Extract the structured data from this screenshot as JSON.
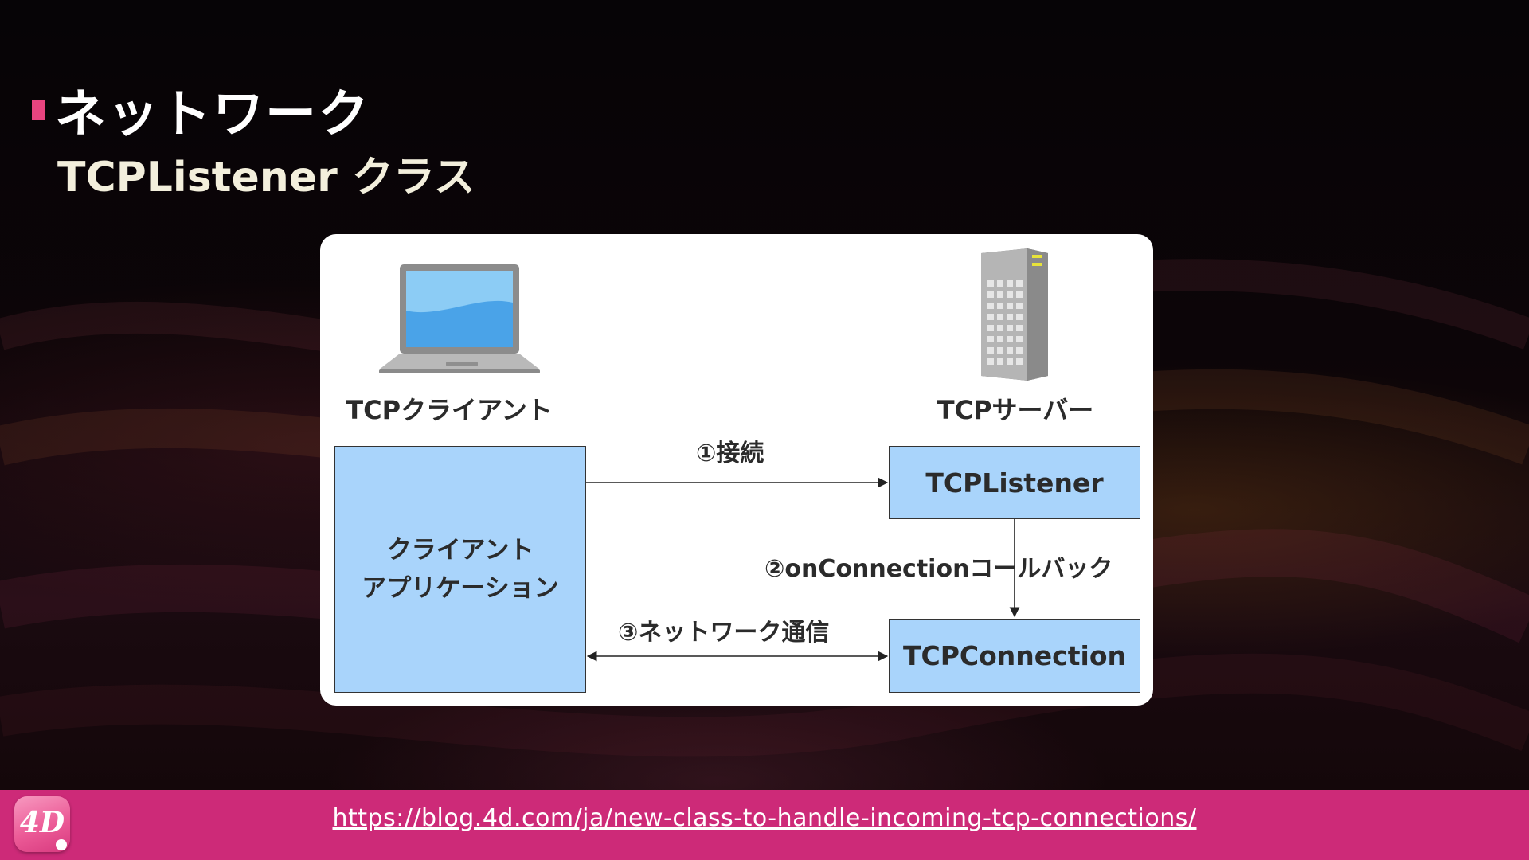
{
  "slide": {
    "title": "ネットワーク",
    "subtitle": "TCPListener クラス",
    "accent_color": "#e8447f"
  },
  "diagram": {
    "client_label": "TCPクライアント",
    "server_label": "TCPサーバー",
    "client_icon": "laptop-icon",
    "server_icon": "server-tower-icon",
    "nodes": {
      "client_app_line1": "クライアント",
      "client_app_line2": "アプリケーション",
      "listener": "TCPListener",
      "connection": "TCPConnection"
    },
    "edges": {
      "connect": "①接続",
      "callback": "②onConnectionコールバック",
      "communication": "③ネットワーク通信"
    },
    "box_color": "#a9d4fb"
  },
  "footer": {
    "url": "https://blog.4d.com/ja/new-class-to-handle-incoming-tcp-connections/",
    "logo_text": "4D",
    "color": "#cd2a78"
  }
}
